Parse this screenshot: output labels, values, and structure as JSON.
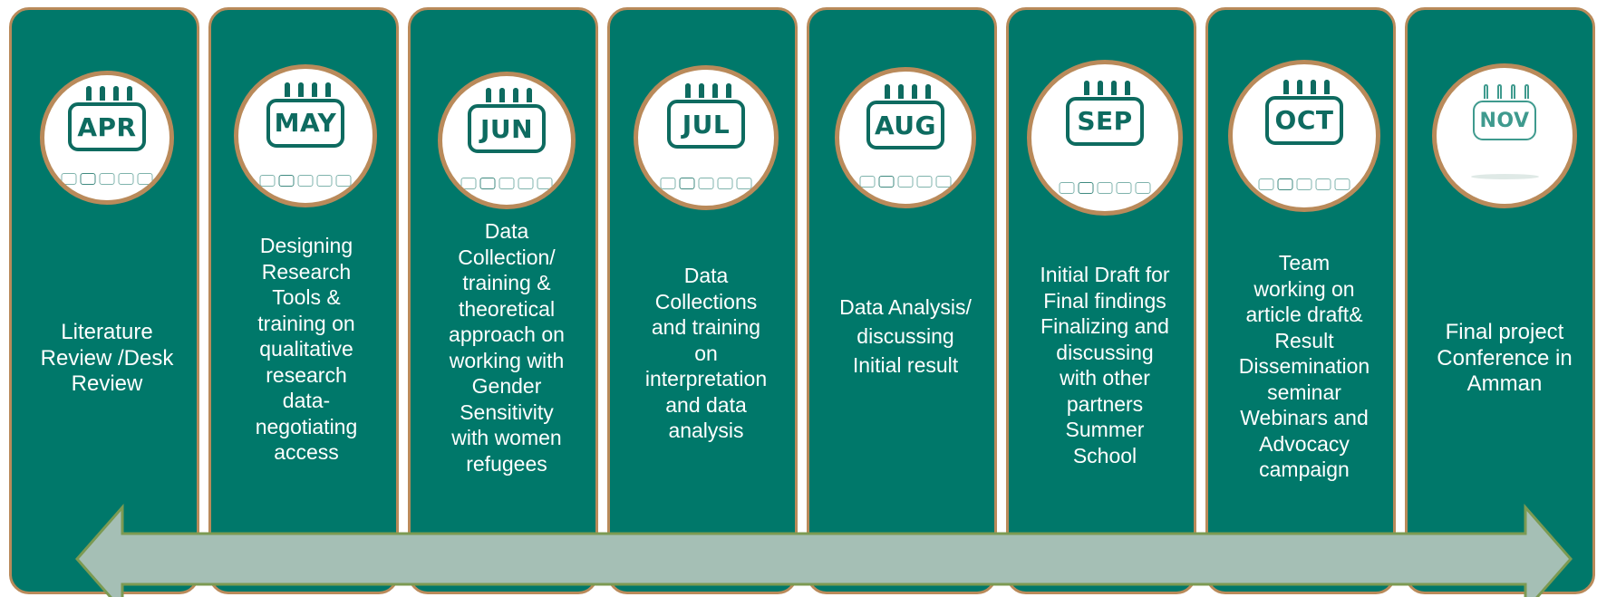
{
  "colors": {
    "panel": "#00786a",
    "panel_border": "#b98a5a",
    "icon": "#0e6b60",
    "arrow_fill": "#a5bfb5",
    "arrow_stroke": "#7c9a52",
    "text": "#ffffff"
  },
  "timeline": [
    {
      "month": "APR",
      "icon": "calendar-icon",
      "text": "Literature\nReview /Desk\nReview"
    },
    {
      "month": "MAY",
      "icon": "calendar-icon",
      "text": "Designing\nResearch\nTools &\ntraining on\nqualitative\nresearch\ndata-\nnegotiating\naccess"
    },
    {
      "month": "JUN",
      "icon": "calendar-icon",
      "text": "Data\nCollection/\ntraining &\ntheoretical\napproach on\nworking with\nGender\nSensitivity\nwith women\nrefugees"
    },
    {
      "month": "JUL",
      "icon": "calendar-icon",
      "text": "Data\nCollections\nand training\non\ninterpretation\nand data\nanalysis"
    },
    {
      "month": "AUG",
      "icon": "calendar-icon",
      "text": "Data Analysis/\ndiscussing\nInitial result"
    },
    {
      "month": "SEP",
      "icon": "calendar-icon",
      "text": "Initial Draft for\nFinal findings\nFinalizing and\ndiscussing\nwith other\npartners\nSummer\nSchool"
    },
    {
      "month": "OCT",
      "icon": "calendar-icon",
      "text": "Team\nworking on\narticle draft&\nResult\nDissemination\nseminar\nWebinars and\nAdvocacy\ncampaign"
    },
    {
      "month": "NOV",
      "icon": "calendar-icon",
      "text": "Final project\nConference in\nAmman"
    }
  ]
}
